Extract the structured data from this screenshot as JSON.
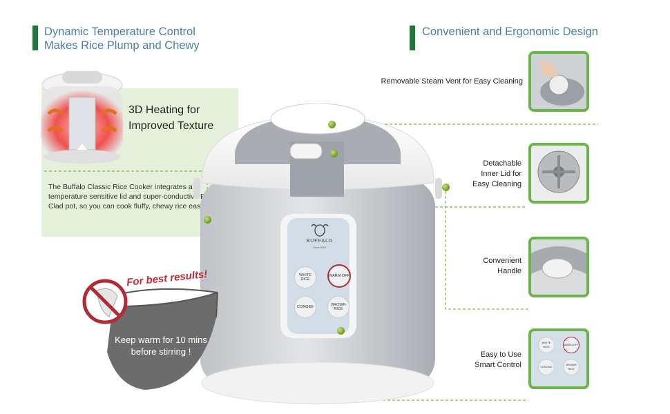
{
  "left_heading": {
    "line1": "Dynamic Temperature Control",
    "line2": "Makes Rice Plump and Chewy"
  },
  "right_heading": {
    "text": "Convenient and Ergonomic Design"
  },
  "feature": {
    "title_line1": "3D Heating for",
    "title_line2": "Improved Texture",
    "body": "The Buffalo Classic Rice Cooker integrates a temperature sensitive lid and super-conductive Buffalo Clad pot, so you can cook fluffy, chewy rice easily."
  },
  "tip": {
    "badge": "For best results!",
    "line1": "Keep warm for 10 mins",
    "line2": "before stirring !"
  },
  "callouts": [
    {
      "lines": [
        "Removable Steam Vent for Easy Cleaning"
      ]
    },
    {
      "lines": [
        "Detachable",
        "Inner Lid for",
        "Easy Cleaning"
      ]
    },
    {
      "lines": [
        "Convenient",
        "Handle"
      ]
    },
    {
      "lines": [
        "Easy to Use",
        "Smart Control"
      ]
    }
  ],
  "panel": {
    "brand": "BUFFALO",
    "brand_sub": "Smart RVT",
    "buttons": [
      "WHITE RICE",
      "WARM OFF",
      "CONGEE",
      "BROWN RICE"
    ]
  },
  "thumb_panel": {
    "buttons": [
      "WHITE RICE",
      "WARM OFF",
      "CONGEE",
      "BROWN RICE"
    ]
  },
  "colors": {
    "accent_green": "#6ab44a",
    "heading_blue": "#4a7fa8",
    "bar_green": "#1f7a3a",
    "warm_red": "#b22a35"
  }
}
